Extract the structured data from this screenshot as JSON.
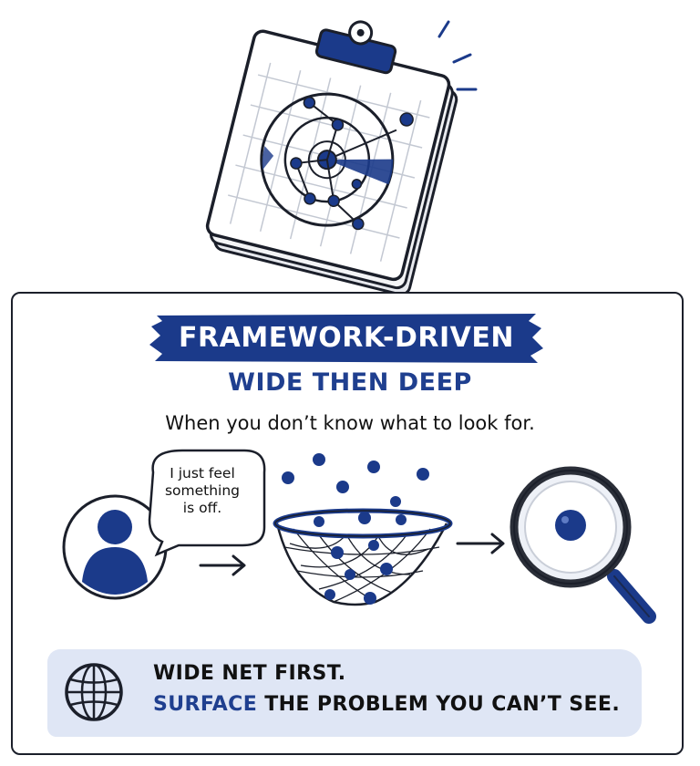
{
  "title": "FRAMEWORK-DRIVEN",
  "subtitle": "WIDE THEN DEEP",
  "tagline": "When you don’t know what to look for.",
  "speech_bubble": {
    "line1": "I just feel",
    "line2": "something",
    "line3": "is off."
  },
  "bottom_band": {
    "line1": "WIDE NET FIRST.",
    "line2_accent": "SURFACE",
    "line2_rest": " THE PROBLEM YOU CAN’T SEE."
  },
  "icons": {
    "clipboard": "clipboard-radar-icon",
    "person": "person-icon",
    "net": "net-icon",
    "magnifier": "magnifying-glass-icon",
    "globe": "globe-icon",
    "arrow": "arrow-right-icon"
  },
  "colors": {
    "accent_blue": "#1f3f8f",
    "navy": "#1b3a8a",
    "band": "#dfe6f5",
    "ink": "#1b1f2a"
  }
}
